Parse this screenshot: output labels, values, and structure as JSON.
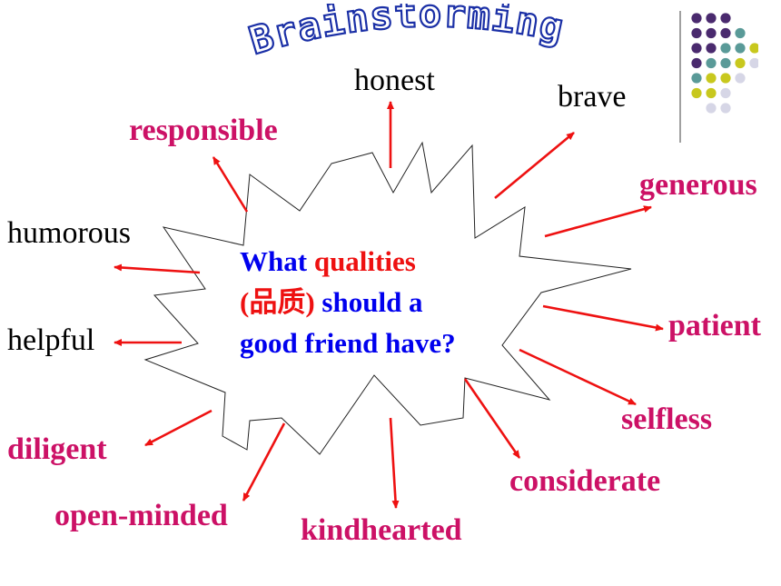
{
  "title": "Brainstorming",
  "question": {
    "part1": "What ",
    "part2": "qualities",
    "part3": "(品质)",
    "part4": " should a",
    "part5": "good friend have?"
  },
  "qualities": [
    {
      "id": "honest",
      "label": "honest"
    },
    {
      "id": "brave",
      "label": "brave"
    },
    {
      "id": "responsible",
      "label": "responsible"
    },
    {
      "id": "generous",
      "label": "generous"
    },
    {
      "id": "humorous",
      "label": "humorous"
    },
    {
      "id": "helpful",
      "label": "helpful"
    },
    {
      "id": "patient",
      "label": "patient"
    },
    {
      "id": "selfless",
      "label": "selfless"
    },
    {
      "id": "diligent",
      "label": "diligent"
    },
    {
      "id": "considerate",
      "label": "considerate"
    },
    {
      "id": "open-minded",
      "label": "open-minded"
    },
    {
      "id": "kindhearted",
      "label": "kindhearted"
    }
  ],
  "colors": {
    "arrow": "#ee1111",
    "question_blue": "#0000ee",
    "question_red": "#ee1111",
    "bold_label": "#cc1166",
    "plain_label": "#000000",
    "dot_purple": "#4a2a6e",
    "dot_teal": "#5a9a98",
    "dot_yellow": "#c8c81e",
    "dot_lavender": "#d6d6e6"
  }
}
